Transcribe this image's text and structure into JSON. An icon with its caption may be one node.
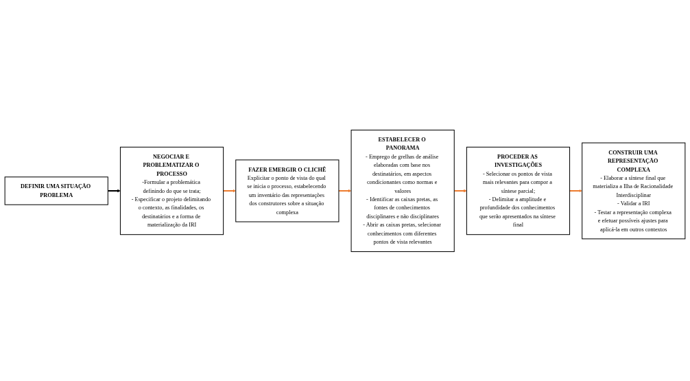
{
  "diagram": {
    "nodes": [
      {
        "text": [
          "DEFINIR UMA SITUAÇÃO PROBLEMA"
        ]
      },
      {
        "text": [
          "NEGOCIAR E PROBLEMATIZAR O PROCESSO",
          "-Formular a problemática definindo do que se trata;",
          "- Especificar o projeto delimitando o contexto, as finalidades, os destinatários e a forma de materialização da IRI"
        ]
      },
      {
        "text": [
          "FAZER EMERGIR O CLICHÊ",
          "Explicitar o ponto de vista do qual se inicia o processo, estabelecendo um inventário das representações dos construtores sobre a situação complexa"
        ]
      },
      {
        "text": [
          "ESTABELECER O PANORAMA",
          "- Emprego de grelhas de análise elaboradas com base nos destinatários, em aspectos condicionantes como normas e valores",
          "- Identificar as caixas pretas, as fontes de conhecimentos disciplinares e não disciplinares",
          "- Abrir as caixas pretas, selecionar conhecimentos com diferentes pontos de vista relevantes"
        ]
      },
      {
        "text": [
          "PROCEDER AS INVESTIGAÇÕES",
          "- Selecionar os pontos de vista mais relevantes para compor a síntese parcial;",
          "- Delimitar a amplitude e profundidade dos conhecimentos que serão apresentados na síntese final"
        ]
      },
      {
        "text": [
          "CONSTRUIR UMA REPRESENTAÇÃO COMPLEXA",
          "- Elaborar a síntese final que materializa a Ilha de Racionalidade Interdisciplinar",
          "- Validar a IRI",
          "- Testar a representação complexa e efetuar possíveis ajustes para aplicá-la em outros contextos"
        ]
      }
    ],
    "edges": [
      {
        "from": 0,
        "to": 1,
        "arrow": "to",
        "color": "#000000"
      },
      {
        "from": 1,
        "to": 2,
        "arrow": "to"
      },
      {
        "from": 2,
        "to": 3,
        "arrow": "to"
      },
      {
        "from": 3,
        "to": 4,
        "arrow": "to"
      },
      {
        "from": 4,
        "to": 5,
        "arrow": "to"
      }
    ]
  }
}
